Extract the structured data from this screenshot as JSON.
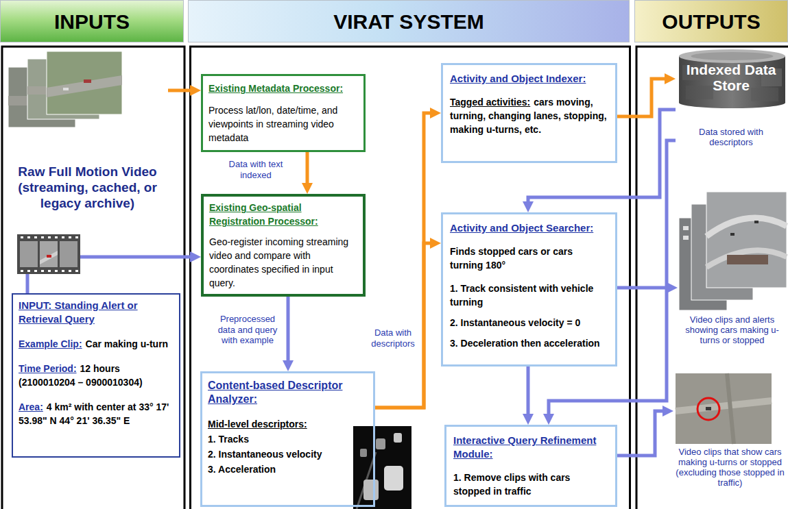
{
  "diagram": {
    "nodes": [
      {
        "text": [
          "INPUTS"
        ]
      },
      {
        "text": [
          "Raw Full Motion Video (streaming, cached, or legacy archive)"
        ],
        "in": 0
      },
      {
        "text": [
          "INPUT: Standing Alert or Retrieval Query",
          "Example Clip:",
          "Car making u-turn",
          "Time Period:",
          "12 hours (2100010204 – 0900010304)",
          "Area:",
          "4 km² with center at 33° 17' 53.98\" N 44° 21' 36.35\" E"
        ],
        "in": 0
      },
      {
        "text": [
          "VIRAT SYSTEM"
        ]
      },
      {
        "text": [
          "Existing Metadata Processor:",
          "Process lat/lon, date/time, and viewpoints in streaming video metadata"
        ],
        "in": 3
      },
      {
        "text": [
          "Existing Geo-spatial Registration Processor:",
          "Geo-register incoming streaming video and compare with coordinates specified in input query."
        ],
        "in": 3
      },
      {
        "text": [
          "Content-based Descriptor Analyzer:",
          "Mid-level descriptors:",
          "1. Tracks",
          "2. Instantaneous velocity",
          "3. Acceleration"
        ],
        "in": 3
      },
      {
        "text": [
          "Activity and Object Indexer:",
          "Tagged activities:",
          "cars moving, turning, changing lanes, stopping, making u-turns, etc."
        ],
        "in": 3
      },
      {
        "text": [
          "Activity and Object Searcher:",
          "Finds stopped cars or cars turning 180°",
          "1. Track consistent with vehicle turning",
          "2. Instantaneous velocity = 0",
          "3. Deceleration then acceleration"
        ],
        "in": 3
      },
      {
        "text": [
          "Interactive Query Refinement Module:",
          "1. Remove clips with cars stopped in traffic"
        ],
        "in": 3
      },
      {
        "text": [
          "OUTPUTS"
        ]
      },
      {
        "text": [
          "Indexed Data Store",
          "Data stored with descriptors"
        ],
        "in": 10
      },
      {
        "text": [
          "Video clips and alerts showing cars making u-turns or stopped"
        ],
        "in": 10
      },
      {
        "text": [
          "Video clips that show cars making u-turns or stopped (excluding those stopped in traffic)"
        ],
        "in": 10
      }
    ],
    "edges": [
      {
        "from": 1,
        "to": 4,
        "arrow": "to"
      },
      {
        "from": 4,
        "to": 5,
        "label": "Data with text indexed",
        "arrow": "to"
      },
      {
        "from": 2,
        "to": 5,
        "arrow": "to"
      },
      {
        "from": 5,
        "to": 6,
        "label": "Preprocessed data and query with example",
        "arrow": "to"
      },
      {
        "from": 6,
        "to": 7,
        "label": "Data with descriptors",
        "arrow": "to"
      },
      {
        "from": 6,
        "to": 8,
        "arrow": "to"
      },
      {
        "from": 7,
        "to": 11,
        "arrow": "to"
      },
      {
        "from": 11,
        "to": 8,
        "arrow": "to"
      },
      {
        "from": 11,
        "to": 9,
        "arrow": "to"
      },
      {
        "from": 8,
        "to": 9,
        "arrow": "to"
      },
      {
        "from": 8,
        "to": 12,
        "arrow": "to"
      },
      {
        "from": 9,
        "to": 13,
        "arrow": "to"
      }
    ]
  }
}
